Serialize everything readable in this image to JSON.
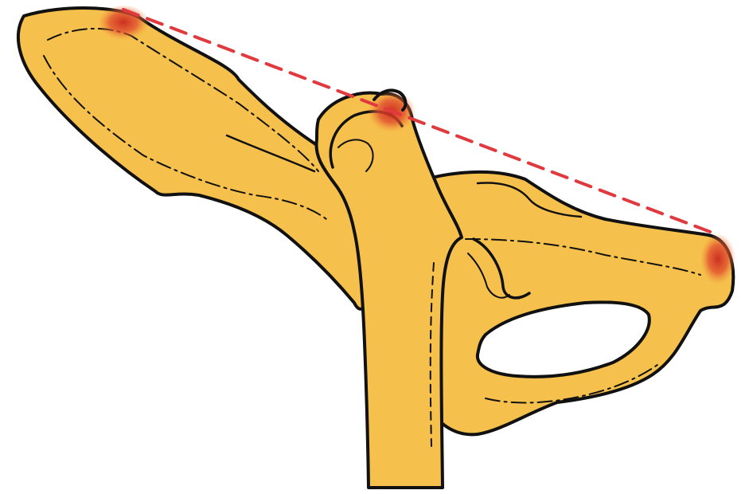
{
  "figure": {
    "subject": "hip-bone-and-femur-illustration",
    "colors": {
      "bone_fill": "#f6c04c",
      "bone_shade": "#e9a93a",
      "outline": "#111111",
      "landmark_red": "#d93a2b",
      "reference_line": "#e0393e",
      "background": "#ffffff"
    },
    "landmarks": [
      {
        "id": "iliac-landmark"
      },
      {
        "id": "greater-trochanter-landmark"
      },
      {
        "id": "ischial-landmark"
      }
    ],
    "reference_line": {
      "style": "dashed"
    }
  }
}
